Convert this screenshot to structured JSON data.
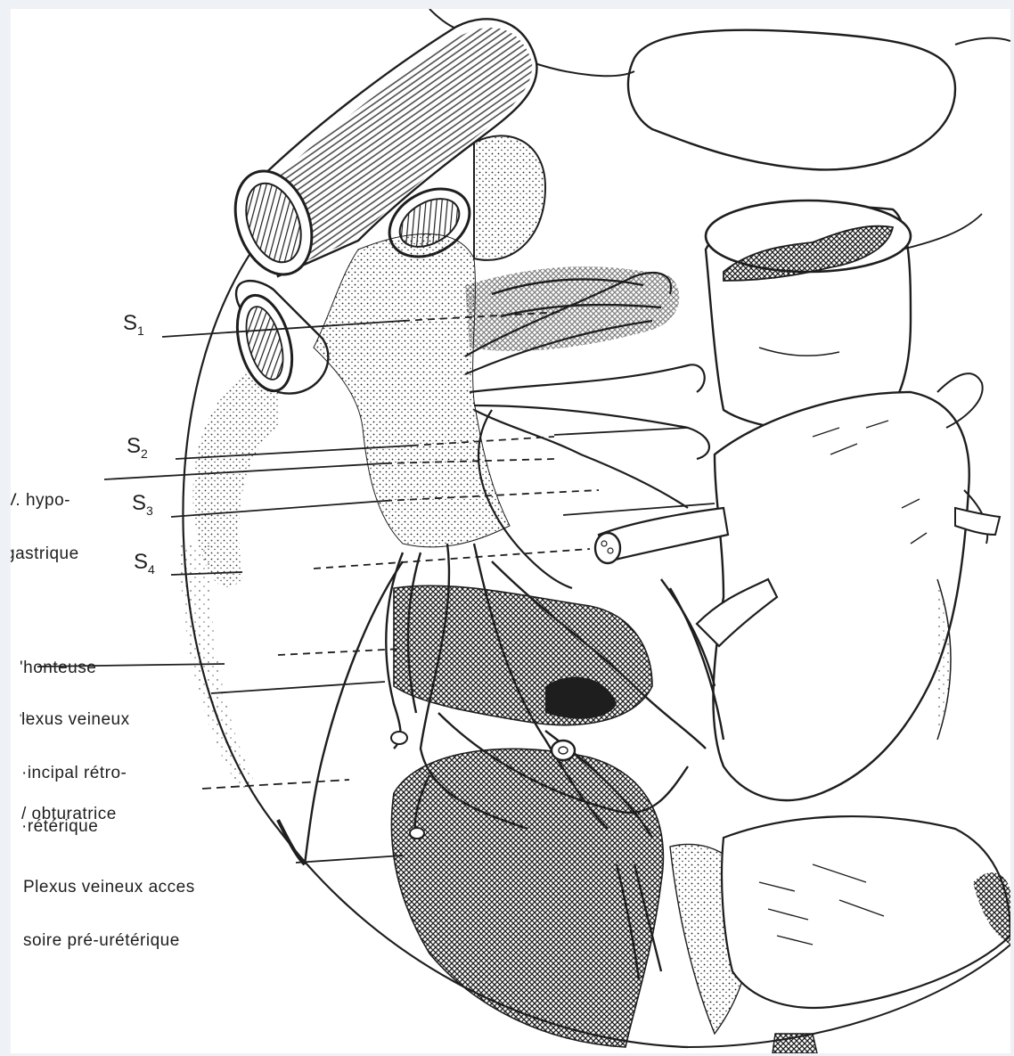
{
  "labels": {
    "s1": {
      "letter": "S",
      "sub": "1"
    },
    "s2": {
      "letter": "S",
      "sub": "2"
    },
    "s3": {
      "letter": "S",
      "sub": "3"
    },
    "s4": {
      "letter": "S",
      "sub": "4"
    },
    "v_hypogastrique": [
      "V. hypo-",
      "gastrique"
    ],
    "honteuse": [
      "'honteuse",
      "'·'"
    ],
    "plexus_retro": [
      "lexus veineux",
      "·incipal rétro-",
      "·rétérique"
    ],
    "obturatrice": [
      "/ obturatrice"
    ],
    "plexus_pre": [
      "Plexus veineux acces",
      "soire pré-urétérique"
    ]
  },
  "colors": {
    "ink": "#1e1e1e",
    "paper": "#ffffff",
    "background": "#eef1f5"
  }
}
